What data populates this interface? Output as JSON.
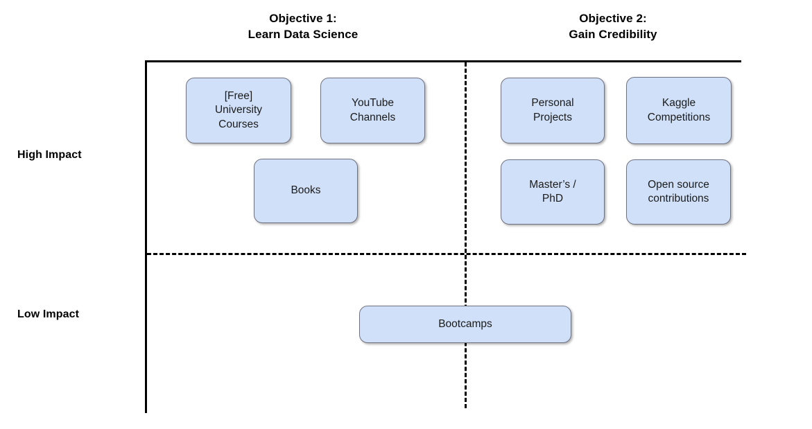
{
  "matrix": {
    "columns": [
      {
        "id": "objective-1",
        "title_line1": "Objective 1:",
        "title_line2": "Learn Data Science"
      },
      {
        "id": "objective-2",
        "title_line1": "Objective 2:",
        "title_line2": "Gain Credibility"
      }
    ],
    "rows": [
      {
        "id": "high-impact",
        "label": "High Impact"
      },
      {
        "id": "low-impact",
        "label": "Low Impact"
      }
    ],
    "colors": {
      "box_fill": "#cfe0f8",
      "box_border": "#6f7180",
      "axis": "#000000",
      "text": "#1b1b1b",
      "header_text": "#000000",
      "background": "#ffffff"
    },
    "items": [
      {
        "id": "free-university-courses",
        "label": "[Free]\nUniversity\nCourses",
        "column": "objective-1",
        "row": "high-impact"
      },
      {
        "id": "youtube-channels",
        "label": "YouTube\nChannels",
        "column": "objective-1",
        "row": "high-impact"
      },
      {
        "id": "books",
        "label": "Books",
        "column": "objective-1",
        "row": "high-impact"
      },
      {
        "id": "personal-projects",
        "label": "Personal\nProjects",
        "column": "objective-2",
        "row": "high-impact"
      },
      {
        "id": "kaggle-competitions",
        "label": "Kaggle\nCompetitions",
        "column": "objective-2",
        "row": "high-impact"
      },
      {
        "id": "masters-phd",
        "label": "Master’s /\nPhD",
        "column": "objective-2",
        "row": "high-impact"
      },
      {
        "id": "open-source-contributions",
        "label": "Open source\ncontributions",
        "column": "objective-2",
        "row": "high-impact"
      },
      {
        "id": "bootcamps",
        "label": "Bootcamps",
        "column": "both",
        "row": "low-impact"
      }
    ]
  }
}
